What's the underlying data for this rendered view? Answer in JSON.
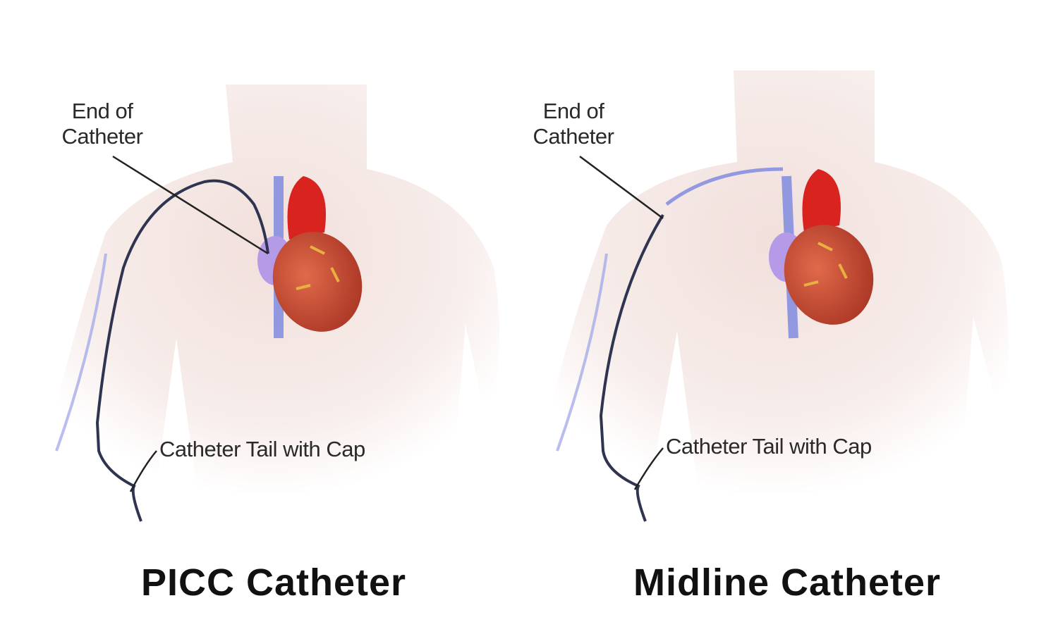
{
  "panels": [
    {
      "title": "PICC Catheter",
      "end_label_line1": "End of",
      "end_label_line2": "Catheter",
      "tail_label": "Catheter Tail with Cap"
    },
    {
      "title": "Midline Catheter",
      "end_label_line1": "End of",
      "end_label_line2": "Catheter",
      "tail_label": "Catheter Tail with Cap"
    }
  ],
  "colors": {
    "skin": "#f3e6e2",
    "vein": "#7a86e0",
    "artery": "#d8231f",
    "heart": "#c9503a",
    "catheter": "#2f3550",
    "atrium": "#b59ae8"
  }
}
